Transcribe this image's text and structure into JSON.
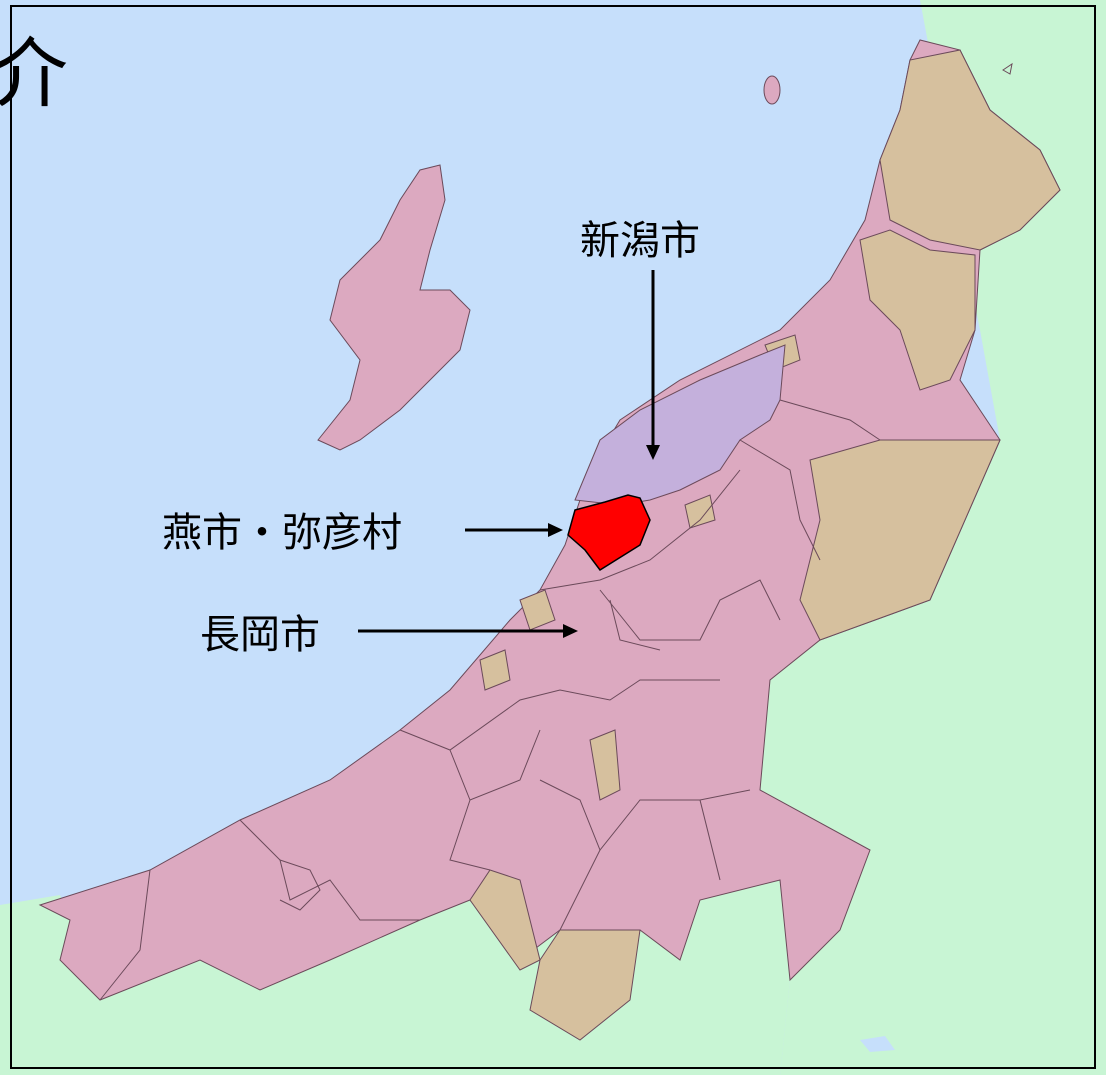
{
  "corner_glyph": "介",
  "labels": {
    "niigata": "新潟市",
    "tsubame_yahiko": "燕市・弥彦村",
    "nagaoka": "長岡市"
  },
  "colors": {
    "sea": "#c6dffb",
    "neighbor_prefecture": "#c8f5d4",
    "municipality": "#dca9c0",
    "town_village": "#d6c09e",
    "niigata_city": "#c4b0dc",
    "highlight": "#ff0000",
    "border": "#6b4a5a",
    "frame": "#000000"
  }
}
